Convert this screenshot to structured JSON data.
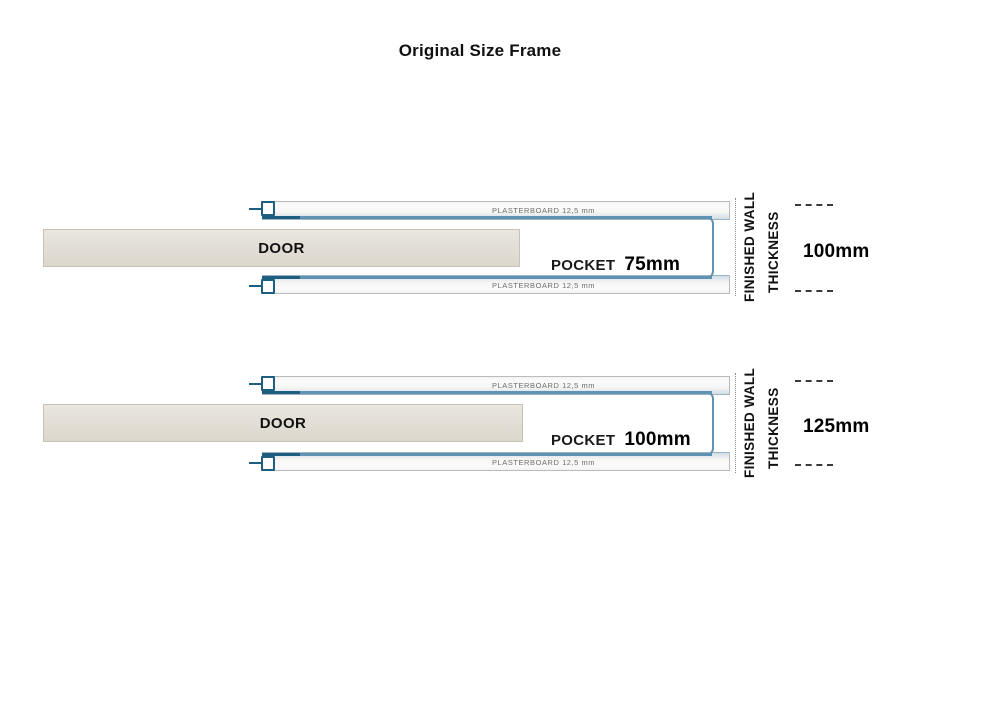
{
  "title": "Original Size Frame",
  "diagrams": [
    {
      "id": "frame-75",
      "door_label": "DOOR",
      "plasterboard_label_top": "PLASTERBOARD 12,5 mm",
      "plasterboard_label_bottom": "PLASTERBOARD 12,5 mm",
      "pocket_word": "POCKET",
      "pocket_size": "75mm",
      "wall_line1": "FINISHED WALL",
      "wall_line2": "THICKNESS",
      "wall_thickness": "100mm"
    },
    {
      "id": "frame-100",
      "door_label": "DOOR",
      "plasterboard_label_top": "PLASTERBOARD 12,5 mm",
      "plasterboard_label_bottom": "PLASTERBOARD 12,5 mm",
      "pocket_word": "POCKET",
      "pocket_size": "100mm",
      "wall_line1": "FINISHED WALL",
      "wall_line2": "THICKNESS",
      "wall_thickness": "125mm"
    }
  ],
  "colors": {
    "jamb": "#1d5f80",
    "pocket_edge": "#5f93b3",
    "door_fill": "#e3dfd7",
    "plasterboard_text": "#6e6e6e"
  }
}
